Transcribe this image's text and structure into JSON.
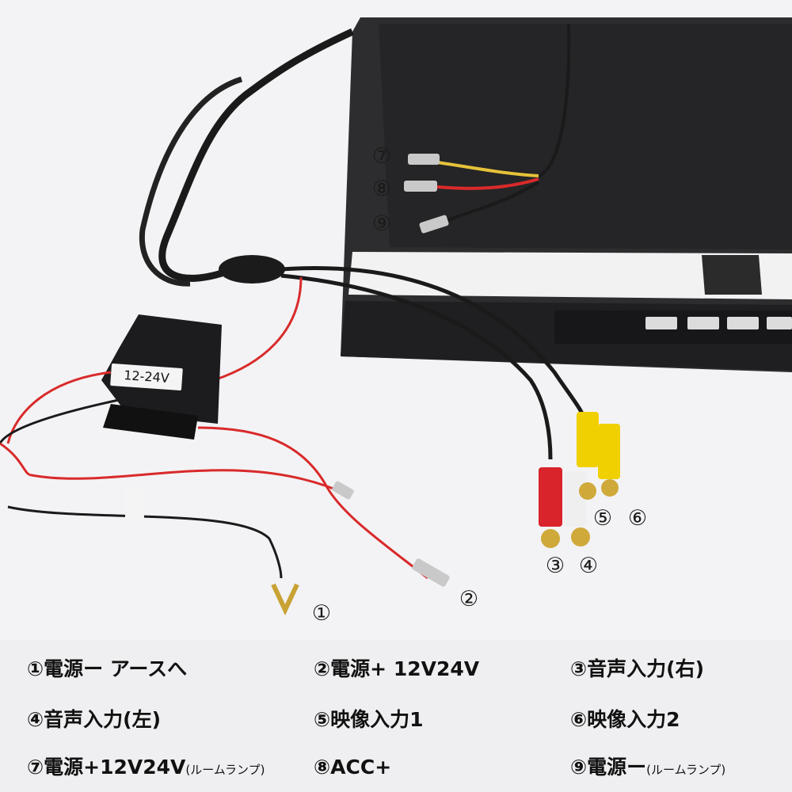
{
  "photo": {
    "box_label": "12-24V",
    "callouts": {
      "1": "①",
      "2": "②",
      "3": "③",
      "4": "④",
      "5": "⑤",
      "6": "⑥",
      "7": "⑦",
      "8": "⑧",
      "9": "⑨"
    }
  },
  "legend": [
    {
      "text": "①電源ー アースへ"
    },
    {
      "text": "②電源+ 12V24V"
    },
    {
      "text": "③音声入力(右)"
    },
    {
      "text": "④音声入力(左)"
    },
    {
      "text": "⑤映像入力1"
    },
    {
      "text": "⑥映像入力2"
    },
    {
      "text": "⑦電源+12V24V",
      "note": "(ルームランプ)"
    },
    {
      "text": "⑧ACC+"
    },
    {
      "text": "⑨電源ー",
      "note": "(ルームランプ)"
    }
  ],
  "colors": {
    "legend_background": "#efeff1",
    "photo_background": "#f3f3f5",
    "wire_red": "#d92a2a",
    "wire_yellow": "#e6c23a",
    "rca_yellow": "#f0d000",
    "rca_red": "#d8242a"
  }
}
